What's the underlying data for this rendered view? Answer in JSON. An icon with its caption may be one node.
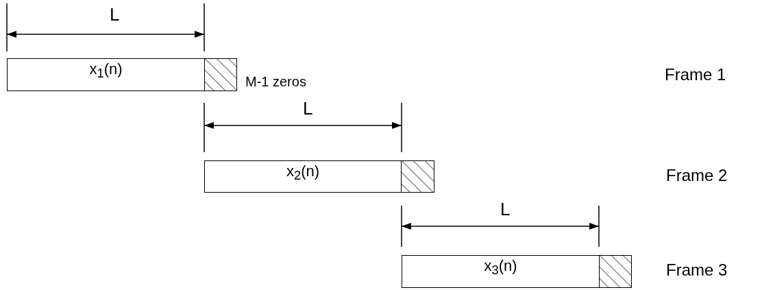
{
  "diagram": {
    "nodes": [
      {
        "text": [
          "x$_{1}$(n)"
        ]
      },
      {
        "text": [],
        "shape": "box"
      },
      {
        "text": [
          "x$_{2}$(n)"
        ]
      },
      {
        "text": [],
        "shape": "box"
      },
      {
        "text": [
          "x$_{3}$(n)"
        ]
      },
      {
        "text": [],
        "shape": "box"
      }
    ],
    "edges": [],
    "labels": [
      "L",
      "Frame 1",
      "M-1 zeros",
      "L",
      "Frame 2",
      "L",
      "Frame 3"
    ]
  }
}
